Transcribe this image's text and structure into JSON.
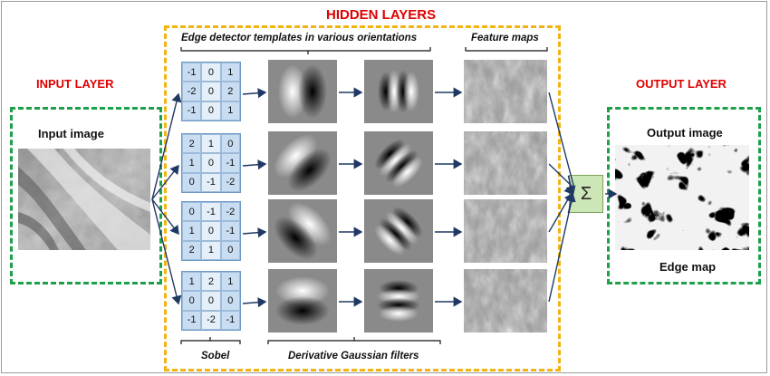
{
  "titles": {
    "hidden_layers": "HIDDEN LAYERS",
    "input_layer": "INPUT LAYER",
    "output_layer": "OUTPUT LAYER"
  },
  "labels": {
    "input_image": "Input image",
    "output_image": "Output image",
    "edge_map": "Edge map",
    "edge_templates": "Edge detector templates in various orientations",
    "feature_maps": "Feature maps",
    "sobel": "Sobel",
    "gaussian": "Derivative Gaussian filters",
    "sum_symbol": "Σ"
  },
  "kernels": [
    [
      [
        "-1",
        "0",
        "1"
      ],
      [
        "-2",
        "0",
        "2"
      ],
      [
        "-1",
        "0",
        "1"
      ]
    ],
    [
      [
        "2",
        "1",
        "0"
      ],
      [
        "1",
        "0",
        "-1"
      ],
      [
        "0",
        "-1",
        "-2"
      ]
    ],
    [
      [
        "0",
        "-1",
        "-2"
      ],
      [
        "1",
        "0",
        "-1"
      ],
      [
        "2",
        "1",
        "0"
      ]
    ],
    [
      [
        "1",
        "2",
        "1"
      ],
      [
        "0",
        "0",
        "0"
      ],
      [
        "-1",
        "-2",
        "-1"
      ]
    ]
  ],
  "filter_angles": [
    0,
    45,
    135,
    90
  ],
  "colors": {
    "title_red": "#e00000",
    "dash_green": "#1ea04a",
    "dash_yellow": "#f2b313",
    "arrow": "#1f3864",
    "kernel_blue": "#c9ddf2",
    "sum_green": "#cde6b8"
  }
}
